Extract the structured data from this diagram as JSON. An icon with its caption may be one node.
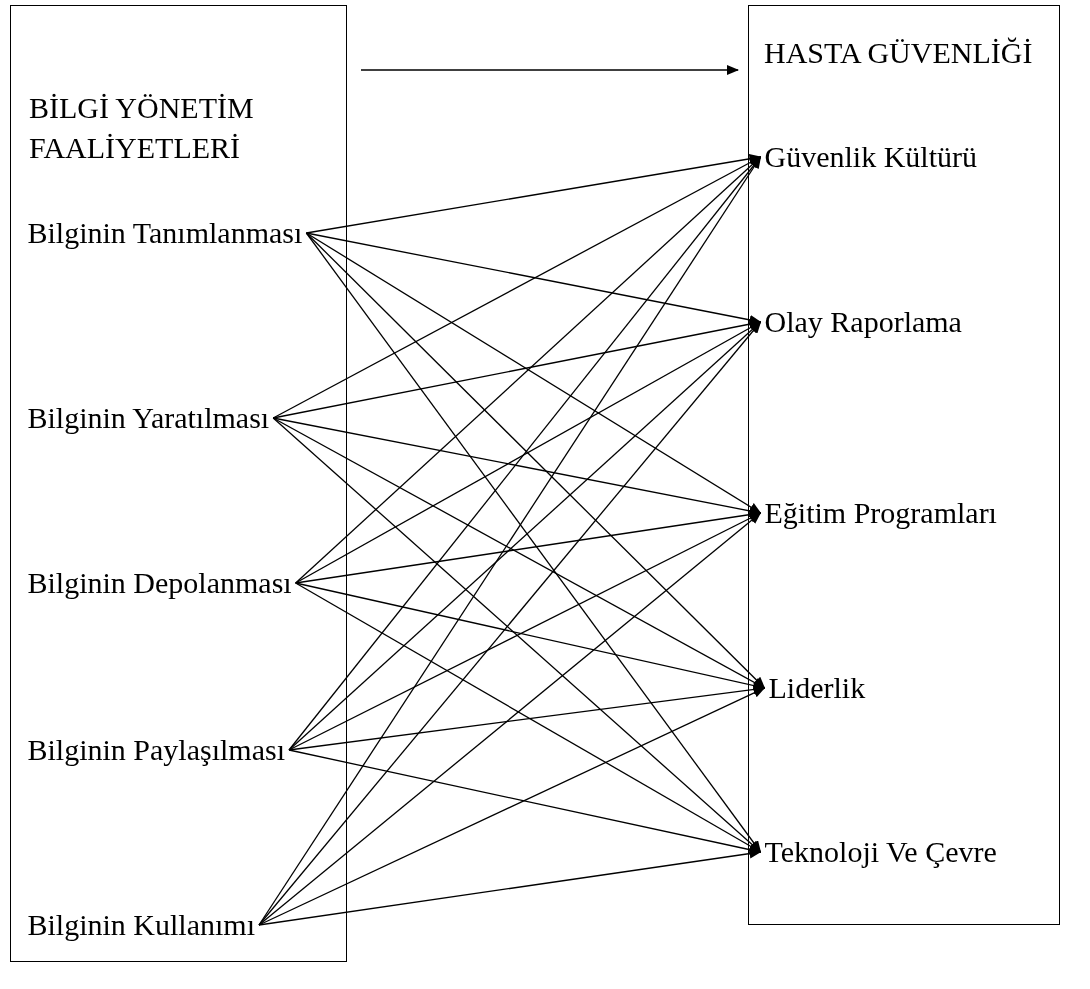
{
  "diagram": {
    "nodes": [
      {
        "text": [
          "BİLGİ YÖNETİM FAALİYETLERİ"
        ]
      },
      {
        "text": [
          "Bilginin Tanımlanması"
        ],
        "in": 0
      },
      {
        "text": [
          "Bilginin Yaratılması"
        ],
        "in": 0
      },
      {
        "text": [
          "Bilginin Depolanması"
        ],
        "in": 0
      },
      {
        "text": [
          "Bilginin Paylaşılması"
        ],
        "in": 0
      },
      {
        "text": [
          "Bilginin Kullanımı"
        ],
        "in": 0
      },
      {
        "text": [
          "HASTA GÜVENLİĞİ"
        ]
      },
      {
        "text": [
          "Güvenlik Kültürü"
        ],
        "in": 6
      },
      {
        "text": [
          "Olay Raporlama"
        ],
        "in": 6
      },
      {
        "text": [
          "Eğitim Programları"
        ],
        "in": 6
      },
      {
        "text": [
          "Liderlik"
        ],
        "in": 6
      },
      {
        "text": [
          "Teknoloji Ve Çevre"
        ],
        "in": 6
      }
    ],
    "edges": [
      {
        "from": 0,
        "to": 6,
        "arrow": "to"
      },
      {
        "from": 1,
        "to": 7,
        "arrow": "to"
      },
      {
        "from": 1,
        "to": 8,
        "arrow": "to"
      },
      {
        "from": 1,
        "to": 9,
        "arrow": "to"
      },
      {
        "from": 1,
        "to": 10,
        "arrow": "to"
      },
      {
        "from": 1,
        "to": 11,
        "arrow": "to"
      },
      {
        "from": 2,
        "to": 7,
        "arrow": "to"
      },
      {
        "from": 2,
        "to": 8,
        "arrow": "to"
      },
      {
        "from": 2,
        "to": 9,
        "arrow": "to"
      },
      {
        "from": 2,
        "to": 10,
        "arrow": "to"
      },
      {
        "from": 2,
        "to": 11,
        "arrow": "to"
      },
      {
        "from": 3,
        "to": 7,
        "arrow": "to"
      },
      {
        "from": 3,
        "to": 8,
        "arrow": "to"
      },
      {
        "from": 3,
        "to": 9,
        "arrow": "to"
      },
      {
        "from": 3,
        "to": 10,
        "arrow": "to"
      },
      {
        "from": 3,
        "to": 11,
        "arrow": "to"
      },
      {
        "from": 4,
        "to": 7,
        "arrow": "to"
      },
      {
        "from": 4,
        "to": 8,
        "arrow": "to"
      },
      {
        "from": 4,
        "to": 9,
        "arrow": "to"
      },
      {
        "from": 4,
        "to": 10,
        "arrow": "to"
      },
      {
        "from": 4,
        "to": 11,
        "arrow": "to"
      },
      {
        "from": 5,
        "to": 7,
        "arrow": "to"
      },
      {
        "from": 5,
        "to": 8,
        "arrow": "to"
      },
      {
        "from": 5,
        "to": 9,
        "arrow": "to"
      },
      {
        "from": 5,
        "to": 10,
        "arrow": "to"
      },
      {
        "from": 5,
        "to": 11,
        "arrow": "to"
      }
    ]
  }
}
